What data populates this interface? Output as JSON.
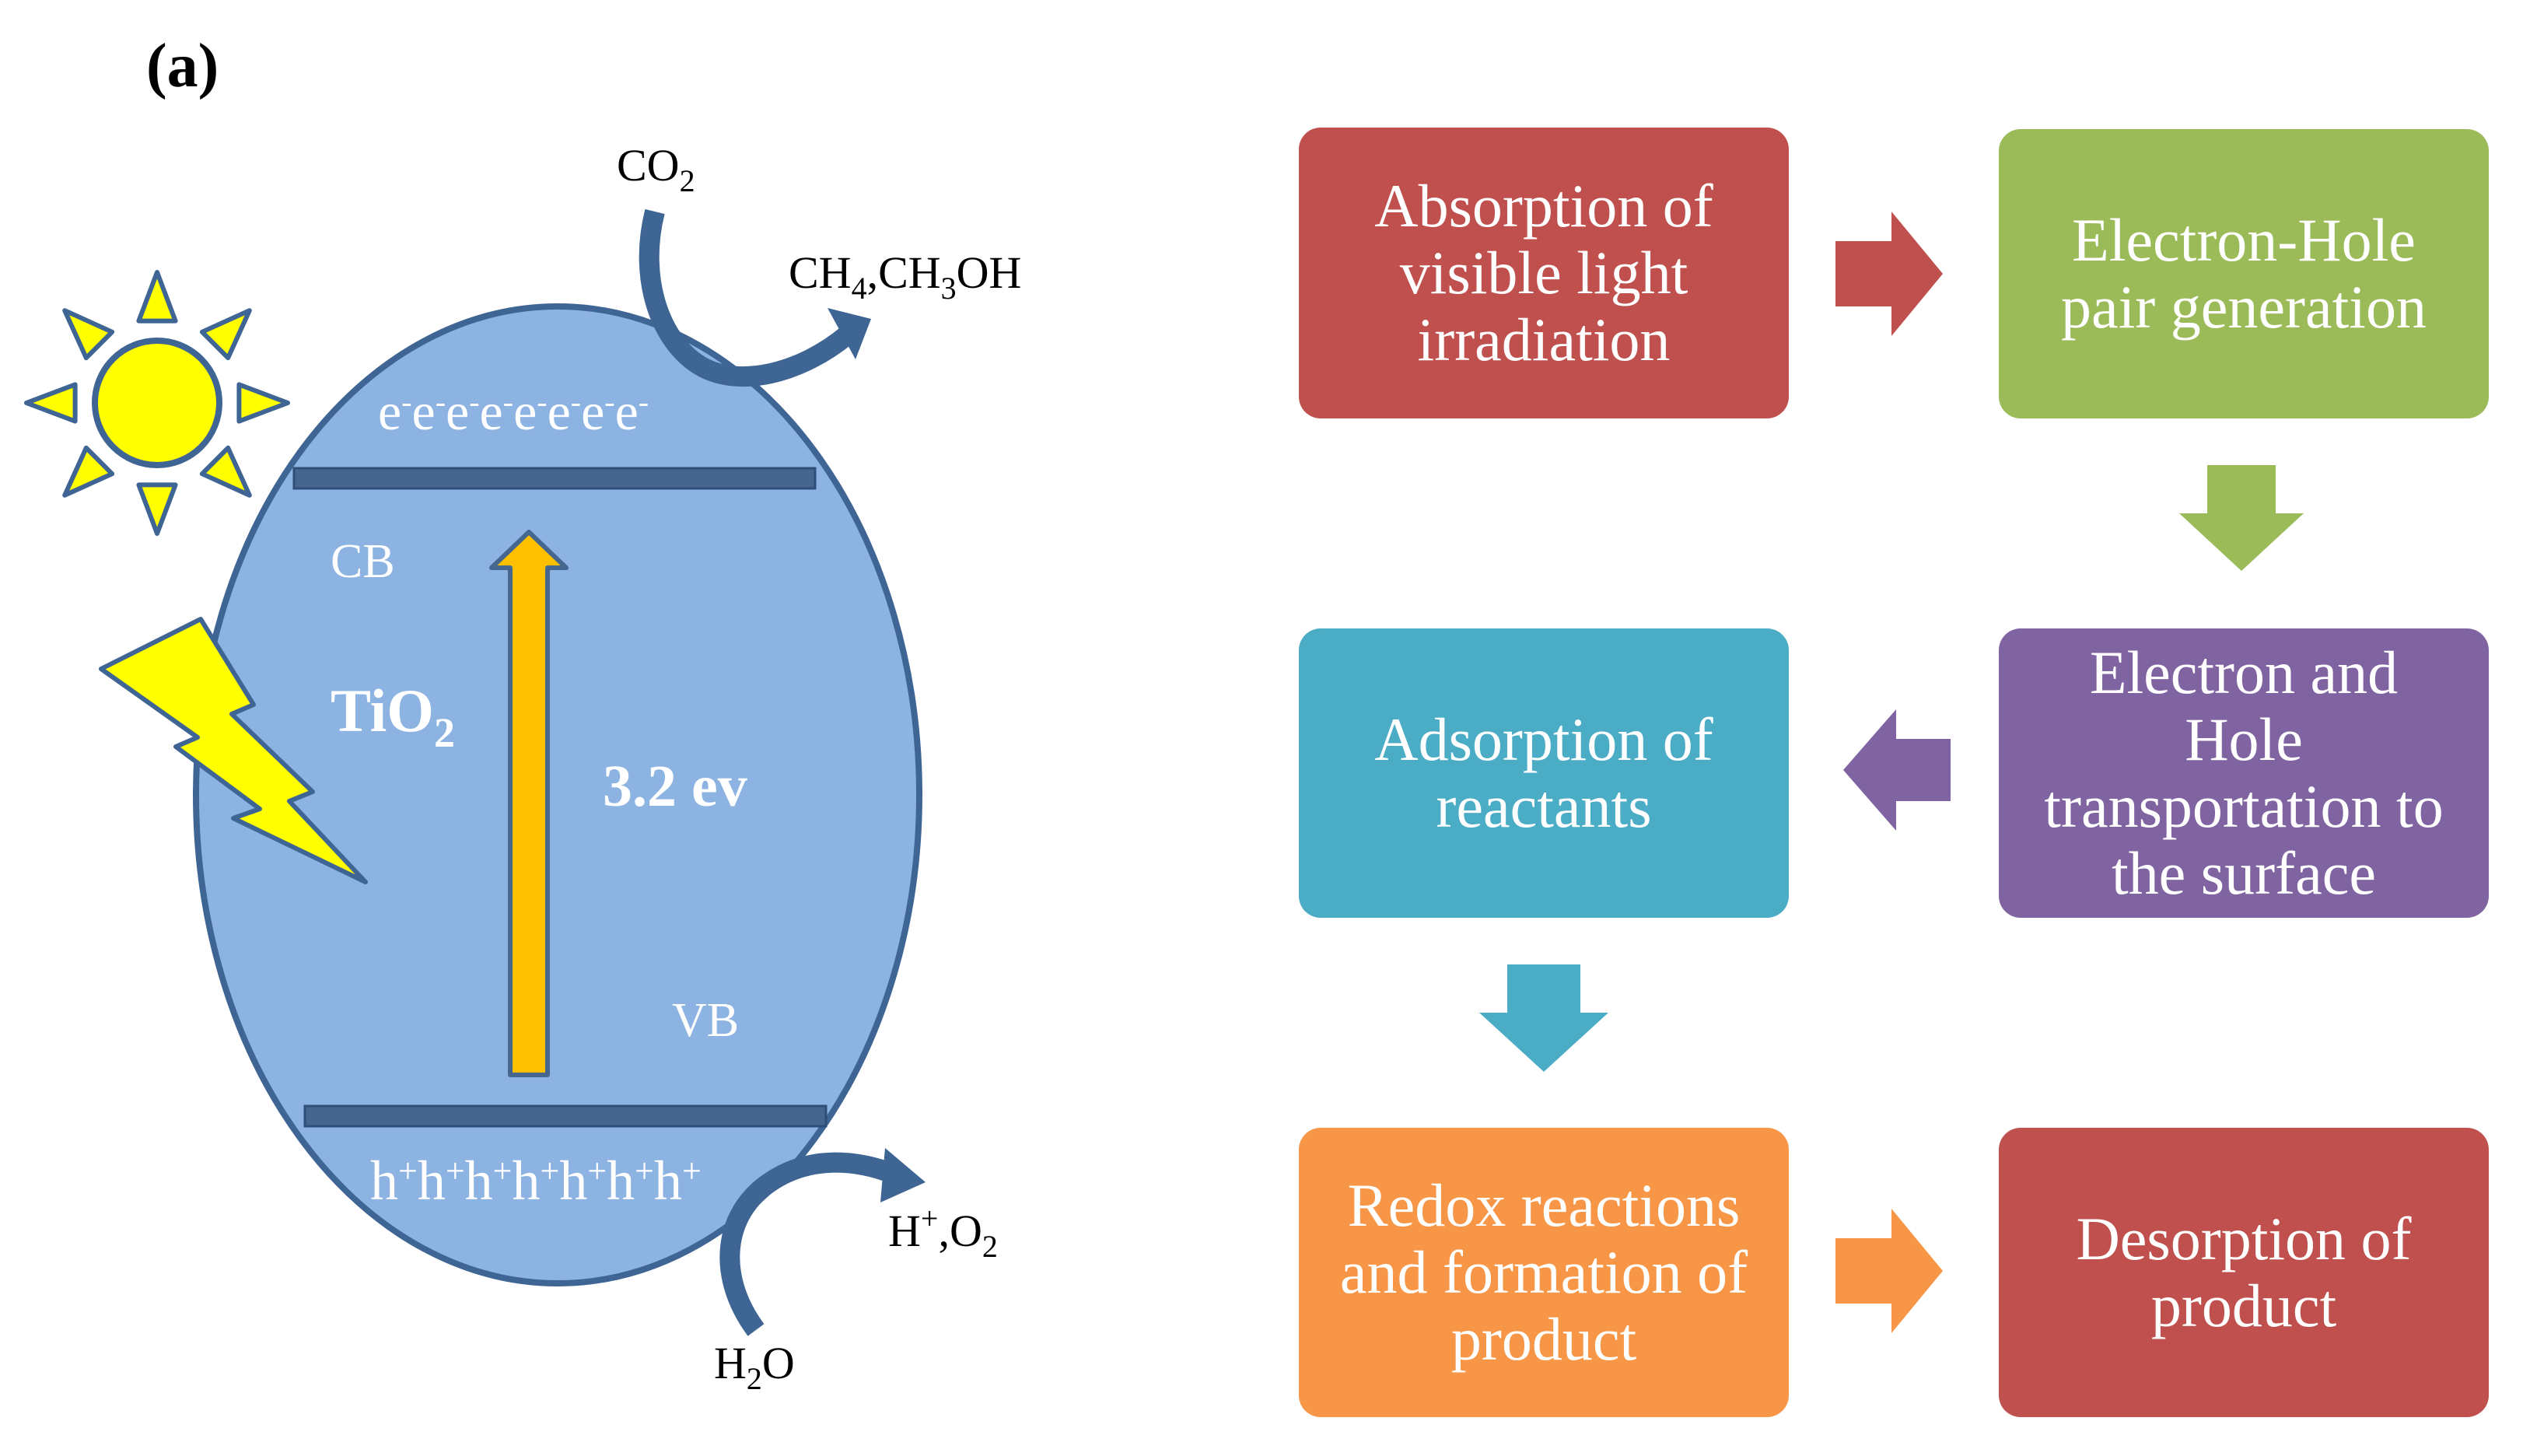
{
  "panel_label": "(a)",
  "left_diagram": {
    "semiconductor": "TiO",
    "semiconductor_sub": "2",
    "conduction_band": "CB",
    "valence_band": "VB",
    "band_gap": "3.2 ev",
    "electron_symbol": "e",
    "electron_charge": "-",
    "electron_count": 8,
    "hole_symbol": "h",
    "hole_charge": "+",
    "hole_count": 7,
    "co2": {
      "main": "CO",
      "sub": "2"
    },
    "products_top": {
      "a": "CH",
      "a_sub": "4",
      "b": ",CH",
      "b_sub": "3",
      "c": "OH"
    },
    "water": {
      "a": "H",
      "a_sub": "2",
      "b": "O"
    },
    "products_bottom": {
      "a": "H",
      "a_sup": "+",
      "b": ",O",
      "b_sub": "2"
    },
    "colors": {
      "ellipse_fill": "#8DB3E2",
      "ellipse_stroke": "#3E6593",
      "band_line": "#44668F",
      "gap_arrow": "#FFC000",
      "curved_arrows": "#3E6593",
      "sun": "#FFFF00",
      "lightning": "#FFFF00"
    }
  },
  "flowchart": {
    "steps": [
      {
        "text": "Absorption of visible light irradiation",
        "lines": [
          "Absorption of",
          "visible light",
          "irradiation"
        ],
        "color": "#C0504D"
      },
      {
        "text": "Electron-Hole pair generation",
        "lines": [
          "Electron-Hole",
          "pair generation"
        ],
        "color": "#9BBB59"
      },
      {
        "text": "Electron and Hole transportation to the surface",
        "lines": [
          "Electron and",
          "Hole",
          "transportation to",
          "the surface"
        ],
        "color": "#8064A2"
      },
      {
        "text": "Adsorption of reactants",
        "lines": [
          "Adsorption of",
          "reactants"
        ],
        "color": "#4BACC6"
      },
      {
        "text": "Redox reactions and formation of product",
        "lines": [
          "Redox reactions",
          "and formation of",
          "product"
        ],
        "color": "#F79646"
      },
      {
        "text": "Desorption of product",
        "lines": [
          "Desorption of",
          "product"
        ],
        "color": "#C0504D"
      }
    ],
    "arrows": [
      {
        "from": 1,
        "to": 2,
        "direction": "right",
        "color": "#C0504D"
      },
      {
        "from": 2,
        "to": 3,
        "direction": "down",
        "color": "#9BBB59"
      },
      {
        "from": 3,
        "to": 4,
        "direction": "left",
        "color": "#8064A2"
      },
      {
        "from": 4,
        "to": 5,
        "direction": "down",
        "color": "#4BACC6"
      },
      {
        "from": 5,
        "to": 6,
        "direction": "right",
        "color": "#F79646"
      }
    ]
  }
}
